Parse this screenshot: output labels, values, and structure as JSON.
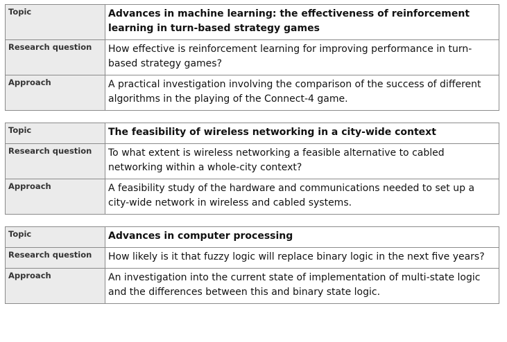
{
  "label_topic": "Topic",
  "label_research_question": "Research question",
  "label_approach": "Approach",
  "tables": [
    {
      "topic": "Advances in machine learning: the effectiveness of reinforcement learning in turn-based strategy games",
      "research_question": "How effective is reinforcement learning for improving performance in turn-based strategy games?",
      "approach": "A practical investigation involving the comparison of the success of different algorithms in the playing of the Connect-4 game."
    },
    {
      "topic": "The feasibility of wireless networking in a city-wide context",
      "research_question": "To what extent is wireless networking a feasible alternative to cabled networking within a whole-city context?",
      "approach": "A feasibility study of the hardware and communications needed to set up a city-wide network in wireless and cabled systems."
    },
    {
      "topic": "Advances in computer processing",
      "research_question": "How likely is it that fuzzy logic will replace binary logic in the next five years?",
      "approach": "An investigation into the current state of implementation of multi-state logic and the differences between this and binary state logic."
    }
  ]
}
